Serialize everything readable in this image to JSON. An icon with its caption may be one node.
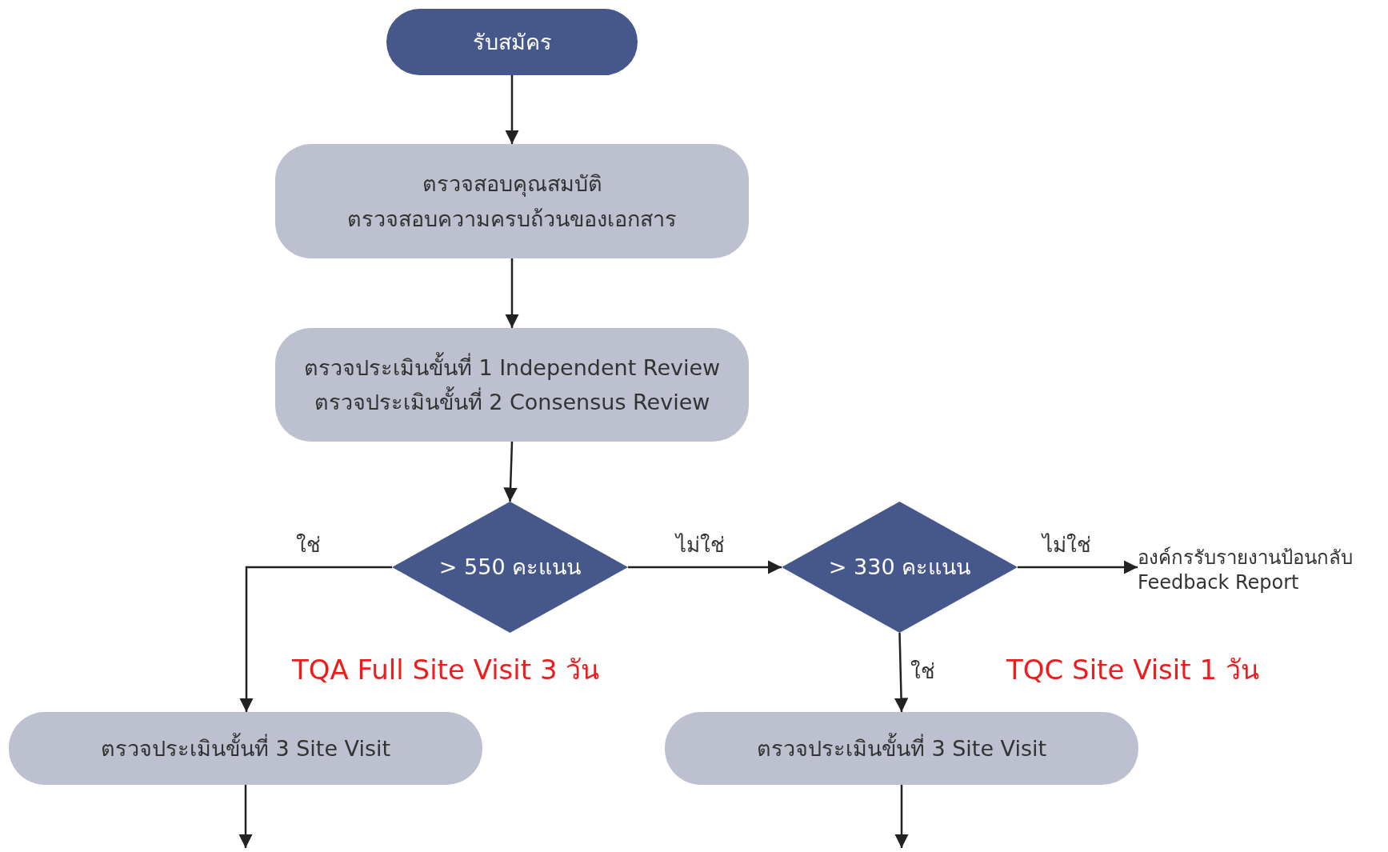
{
  "diagram": {
    "nodes": [
      {
        "text": [
          "รับสมัคร"
        ]
      },
      {
        "text": [
          "ตรวจสอบคุณสมบัติ",
          "ตรวจสอบความครบถ้วนของเอกสาร"
        ]
      },
      {
        "text": [
          "ตรวจประเมินขั้นที่ 1 Independent Review",
          "ตรวจประเมินขั้นที่ 2 Consensus Review"
        ]
      },
      {
        "text": [
          "> 550 คะแนน"
        ]
      },
      {
        "text": [
          "> 330 คะแนน"
        ]
      },
      {
        "text": [
          "องค์กรรับรายงานป้อนกลับ Feedback Report"
        ]
      },
      {
        "text": [
          "ตรวจประเมินขั้นที่ 3 Site Visit"
        ]
      },
      {
        "text": [
          "ตรวจประเมินขั้นที่ 3 Site Visit"
        ]
      }
    ],
    "edges": [
      {
        "from": 0,
        "to": 1,
        "arrow": "to"
      },
      {
        "from": 1,
        "to": 2,
        "arrow": "to"
      },
      {
        "from": 2,
        "to": 3,
        "arrow": "to"
      },
      {
        "from": 3,
        "to": 6,
        "arrow": "to",
        "label": "ใช่"
      },
      {
        "from": 3,
        "to": 4,
        "arrow": "to",
        "label": "ไม่ใช่"
      },
      {
        "from": 4,
        "to": 5,
        "arrow": "to",
        "label": "ไม่ใช่"
      },
      {
        "from": 4,
        "to": 7,
        "arrow": "to",
        "label": "ใช่"
      },
      {
        "from": 6,
        "to": null,
        "arrow": "to"
      },
      {
        "from": 7,
        "to": null,
        "arrow": "to"
      }
    ],
    "labels": [
      "TQA Full Site Visit 3 วัน",
      "TQC Site Visit 1 วัน"
    ]
  }
}
